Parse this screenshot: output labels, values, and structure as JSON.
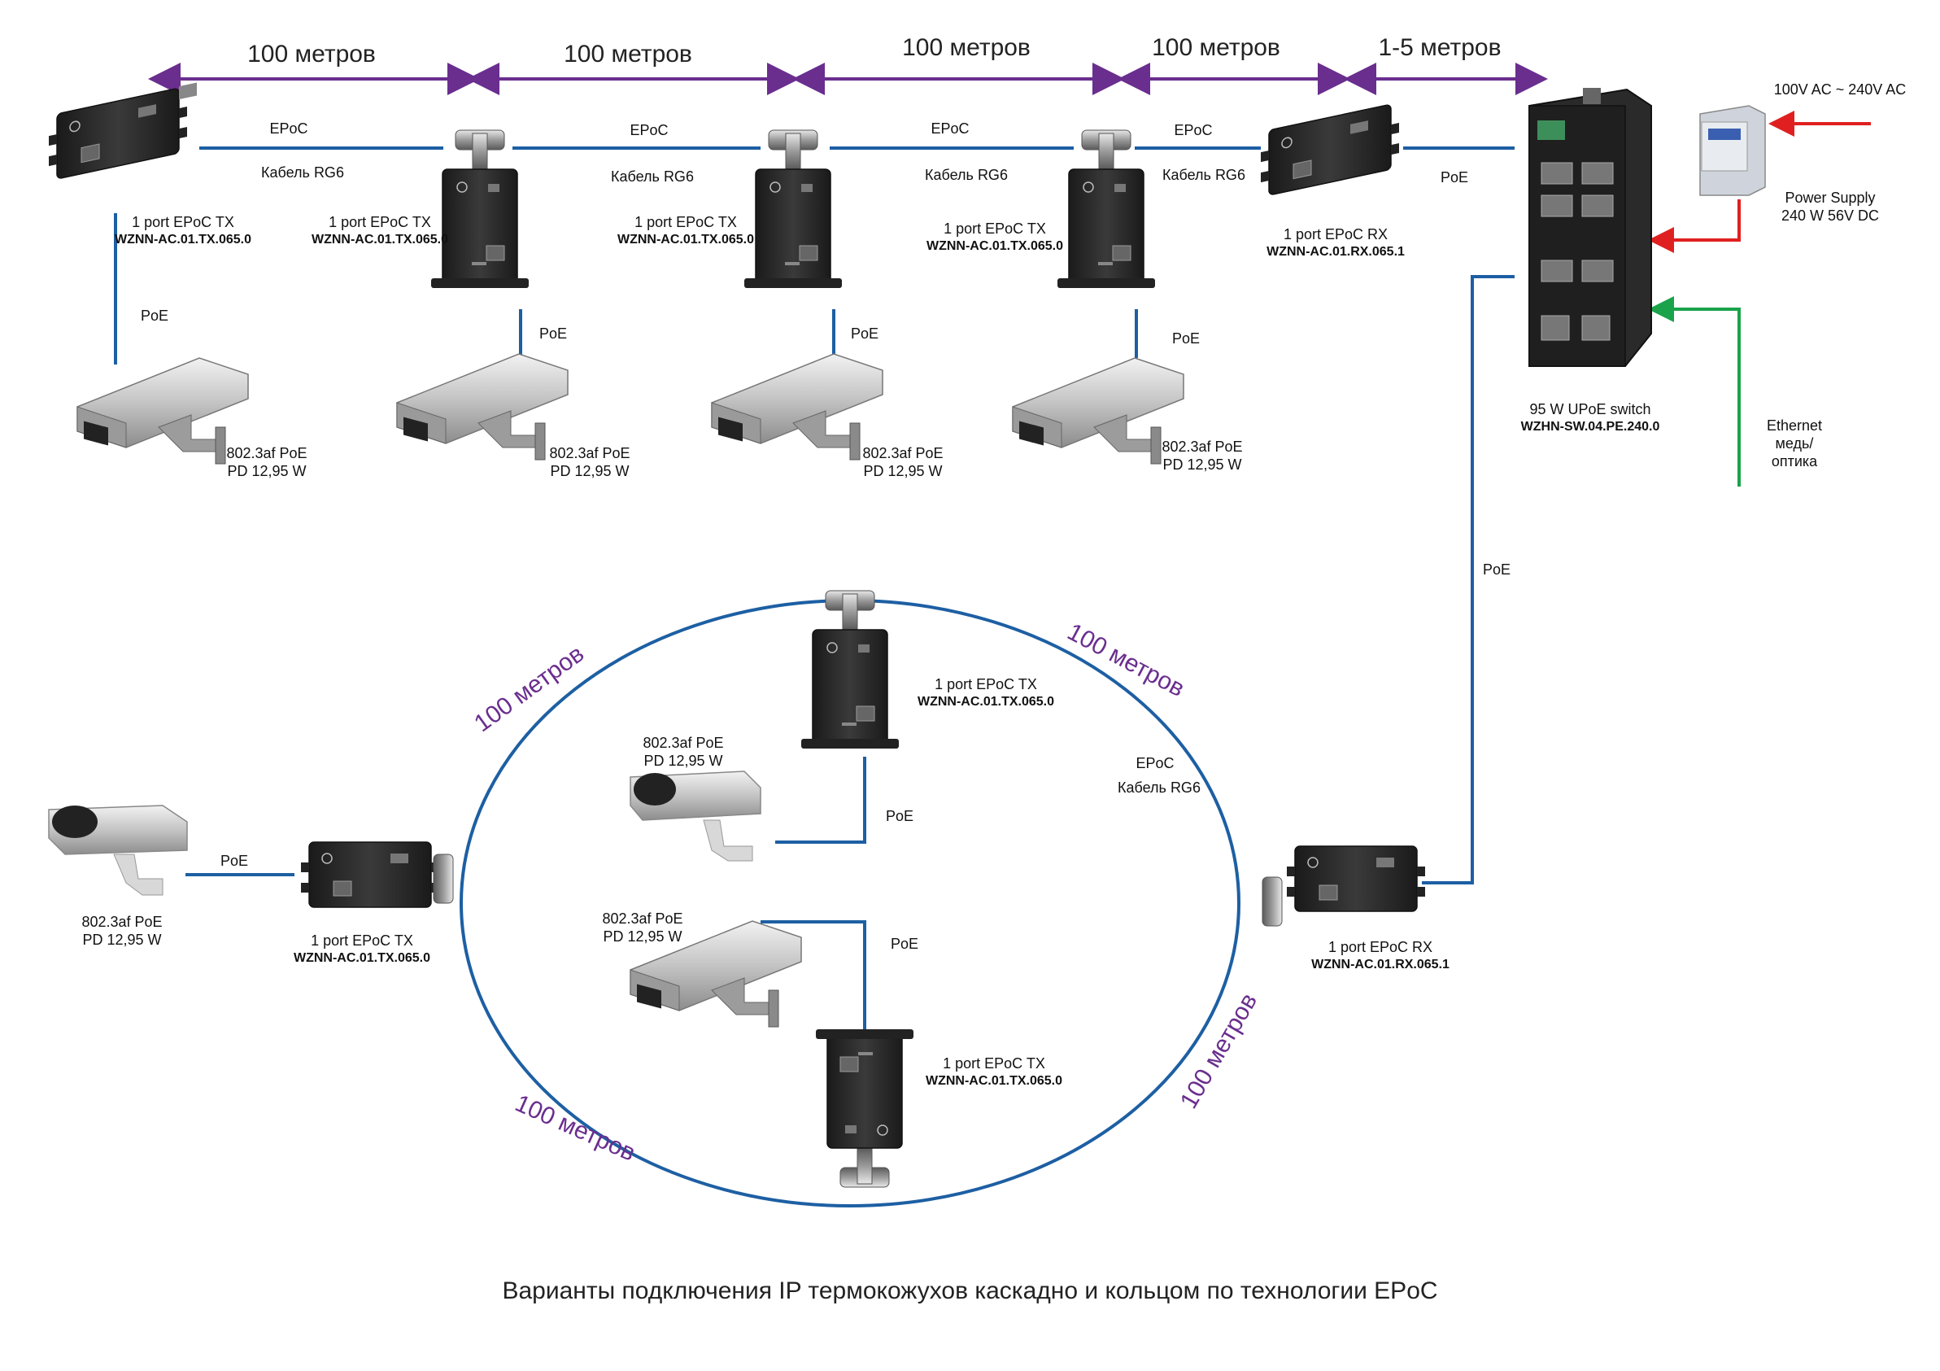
{
  "distances_top": [
    "100 метров",
    "100 метров",
    "100 метров",
    "100 метров",
    "1-5 метров"
  ],
  "ring_distances": [
    "100 метров",
    "100 метров",
    "100 метров",
    "100 метров"
  ],
  "cable": {
    "epoc": "EPoC",
    "rg6": "Кабель RG6"
  },
  "poe": "PoE",
  "tx": {
    "title": "1 port EPoC TX",
    "model": "WZNN-AC.01.TX.065.0"
  },
  "rx": {
    "title": "1 port EPoC RX",
    "model": "WZNN-AC.01.RX.065.1"
  },
  "pd": {
    "line1": "802.3af PoE",
    "line2": "PD 12,95 W"
  },
  "switch": {
    "title": "95 W UPoE switch",
    "model": "WZHN-SW.04.PE.240.0"
  },
  "psu": {
    "input": "100V AC ~ 240V AC",
    "line1": "Power Supply",
    "line2": "240 W 56V DC"
  },
  "ethernet": {
    "line1": "Ethernet",
    "line2": "медь/",
    "line3": "оптика"
  },
  "caption": "Варианты подключения IP термокожухов каскадно и кольцом по технологии EPoC",
  "colors": {
    "cable": "#1d5fa3",
    "dimension": "#6a2e8e",
    "power": "#e02020",
    "network": "#1aa34a",
    "device": "#2b2b2b"
  }
}
